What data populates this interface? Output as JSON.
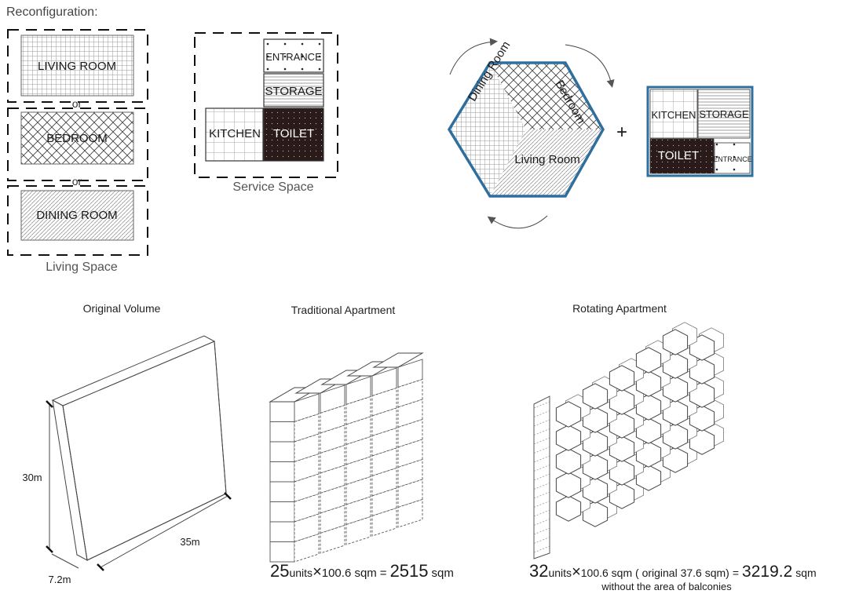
{
  "reconfiguration_title": "Reconfiguration:",
  "living_space": {
    "options": [
      "LIVING ROOM",
      "BEDROOM",
      "DINING ROOM"
    ],
    "or_label": "or",
    "caption": "Living Space"
  },
  "service_space": {
    "entrance": "ENTRANCE",
    "storage": "STORAGE",
    "kitchen": "KITCHEN",
    "toilet": "TOILET",
    "caption": "Service Space"
  },
  "rotating_unit": {
    "hex_rooms": [
      "Bedroom",
      "Dining Room",
      "Living Room"
    ],
    "plus": "+",
    "service_rooms": [
      "KITCHEN",
      "STORAGE",
      "TOILET",
      "ENTRANCE"
    ],
    "frame_color": "#2e6f9e"
  },
  "volumes": {
    "original": {
      "title": "Original Volume",
      "height_label": "30m",
      "width_label": "35m",
      "depth_label": "7.2m"
    },
    "traditional": {
      "title": "Traditional Apartment",
      "formula_count": "25",
      "formula_units": "units",
      "formula_times": "×",
      "formula_area": "100.6 sqm",
      "formula_eq": "=",
      "formula_total": "2515",
      "formula_total_unit": "sqm"
    },
    "rotating": {
      "title": "Rotating Apartment",
      "formula_count": "32",
      "formula_units": "units",
      "formula_times": "×",
      "formula_area": "100.6 sqm ( original 37.6 sqm)",
      "formula_eq": "=",
      "formula_total": "3219.2",
      "formula_total_unit": "sqm",
      "note": "without the area of balconies"
    }
  }
}
